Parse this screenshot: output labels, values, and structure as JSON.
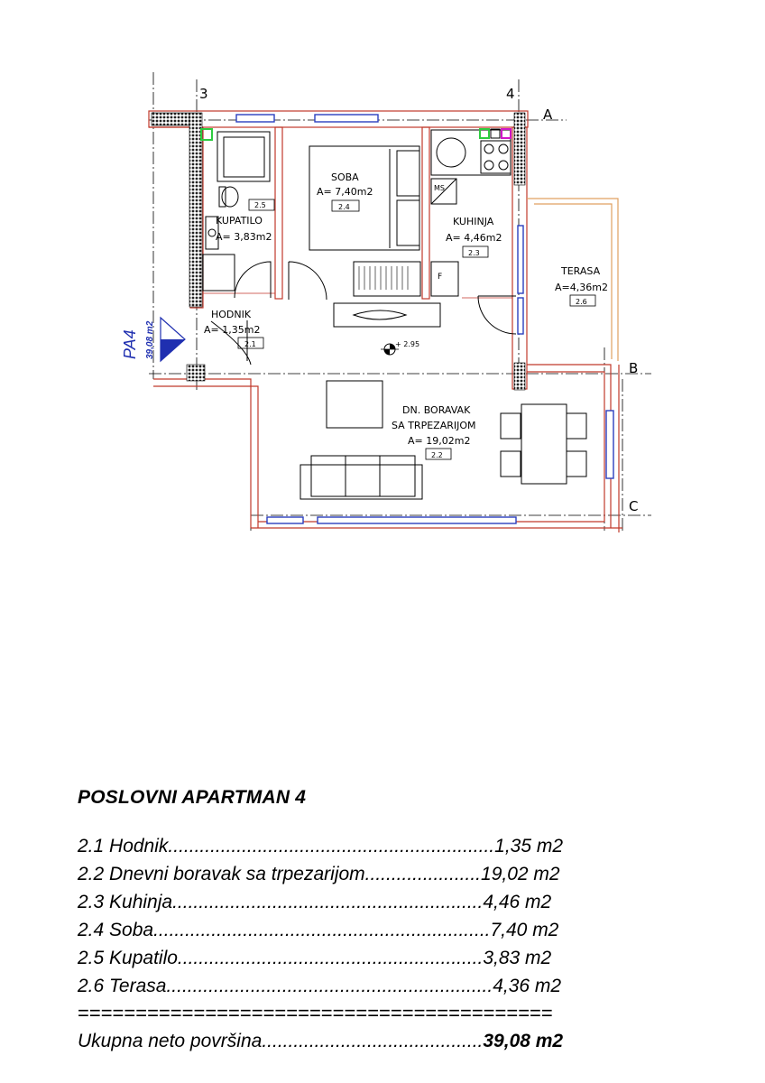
{
  "plan": {
    "axes": {
      "col_3": "3",
      "col_4": "4",
      "row_a": "A",
      "row_b": "B",
      "row_c": "C"
    },
    "apartment_marker": {
      "code": "PA4",
      "area": "39,08 m2"
    },
    "level_mark": "+ 2.95",
    "kitchen_marks": {
      "ms": "MS",
      "f": "F"
    },
    "rooms": [
      {
        "name": "HODNIK",
        "area": "A= 1,35m2",
        "tag": "2.1"
      },
      {
        "name": "DN. BORAVAK",
        "name2": "SA TRPEZARIJOM",
        "area": "A= 19,02m2",
        "tag": "2.2"
      },
      {
        "name": "KUHINJA",
        "area": "A= 4,46m2",
        "tag": "2.3"
      },
      {
        "name": "SOBA",
        "area": "A= 7,40m2",
        "tag": "2.4"
      },
      {
        "name": "KUPATILO",
        "area": "A= 3,83m2",
        "tag": "2.5"
      },
      {
        "name": "TERASA",
        "area": "A=4,36m2",
        "tag": "2.6"
      }
    ],
    "colors": {
      "wall": "#c0392b",
      "glass": "#2b3fbf",
      "terrace": "#e0a060",
      "symbol_green": "#2ecc40",
      "symbol_magenta": "#d018c8"
    }
  },
  "legend": {
    "title": "POSLOVNI APARTMAN 4",
    "rows": [
      {
        "label": "2.1 Hodnik",
        "dots": "..............................................................",
        "value": "1,35 m2"
      },
      {
        "label": "2.2 Dnevni boravak sa trpezarijom",
        "dots": "......................",
        "value": "19,02 m2"
      },
      {
        "label": "2.3 Kuhinja",
        "dots": "...........................................................",
        "value": "4,46 m2"
      },
      {
        "label": "2.4 Soba",
        "dots": "................................................................",
        "value": "7,40 m2"
      },
      {
        "label": "2.5 Kupatilo",
        "dots": "..........................................................",
        "value": "3,83 m2"
      },
      {
        "label": "2.6 Terasa",
        "dots": "..............................................................",
        "value": "4,36 m2"
      }
    ],
    "separator": "=========================================",
    "total": {
      "label": "Ukupna neto površina",
      "dots": "..........................................",
      "value": "39,08 m2"
    }
  }
}
